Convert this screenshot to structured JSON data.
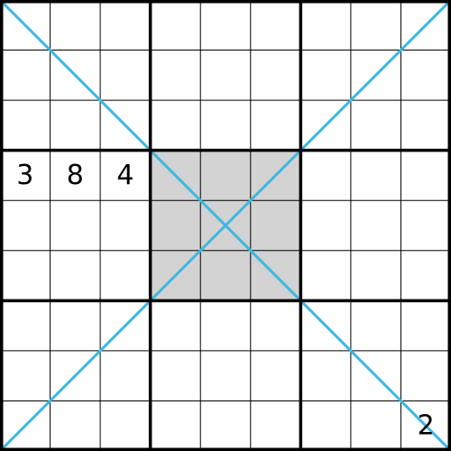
{
  "puzzle": {
    "size": 9,
    "box_size": 3,
    "givens": [
      {
        "row": 4,
        "col": 1,
        "value": "3"
      },
      {
        "row": 4,
        "col": 2,
        "value": "8"
      },
      {
        "row": 4,
        "col": 3,
        "value": "4"
      },
      {
        "row": 9,
        "col": 9,
        "value": "2"
      }
    ],
    "shaded_box": {
      "box_row": 2,
      "box_col": 2
    },
    "diagonals": [
      "main",
      "anti"
    ]
  },
  "colors": {
    "background": "#ffffff",
    "grid_line": "#000000",
    "shaded_cell": "#d3d3d3",
    "diagonal": "#3cb8e0",
    "digit": "#000000"
  }
}
